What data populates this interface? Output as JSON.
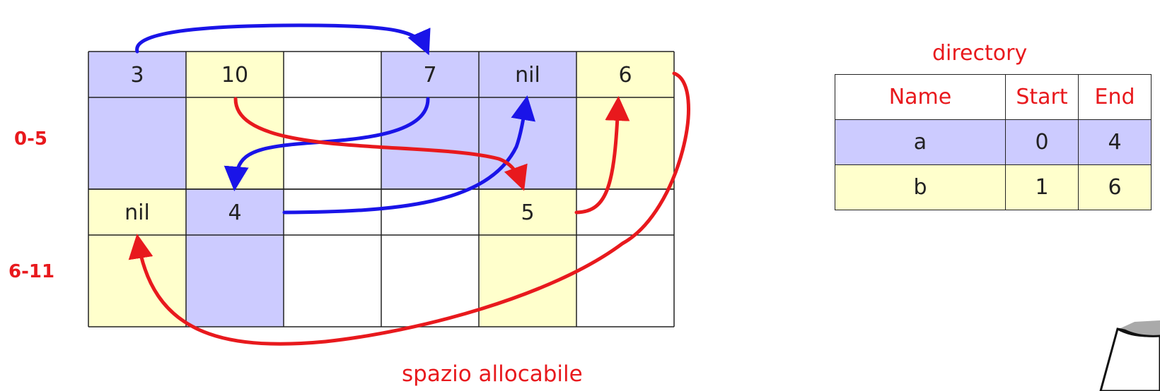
{
  "labels": {
    "row_group_1": "0-5",
    "row_group_2": "6-11",
    "caption": "spazio allocabile",
    "directory_title": "directory"
  },
  "colors": {
    "file_a": "#cccbff",
    "file_b": "#ffffcc",
    "free": "#ffffff",
    "accent": "#e8191d",
    "pointer_a": "#1a14e8",
    "pointer_b": "#e8191d"
  },
  "blocks": [
    {
      "index": 0,
      "file": "a",
      "next": "3"
    },
    {
      "index": 1,
      "file": "b",
      "next": "10"
    },
    {
      "index": 2,
      "file": null,
      "next": ""
    },
    {
      "index": 3,
      "file": "a",
      "next": "7"
    },
    {
      "index": 4,
      "file": "a",
      "next": "nil"
    },
    {
      "index": 5,
      "file": "b",
      "next": "6"
    },
    {
      "index": 6,
      "file": "b",
      "next": "nil"
    },
    {
      "index": 7,
      "file": "a",
      "next": "4"
    },
    {
      "index": 8,
      "file": null,
      "next": ""
    },
    {
      "index": 9,
      "file": null,
      "next": ""
    },
    {
      "index": 10,
      "file": "b",
      "next": "5"
    },
    {
      "index": 11,
      "file": null,
      "next": ""
    }
  ],
  "directory": {
    "headers": [
      "Name",
      "Start",
      "End"
    ],
    "rows": [
      {
        "name": "a",
        "start": "0",
        "end": "4",
        "file": "a"
      },
      {
        "name": "b",
        "start": "1",
        "end": "6",
        "file": "b"
      }
    ]
  }
}
